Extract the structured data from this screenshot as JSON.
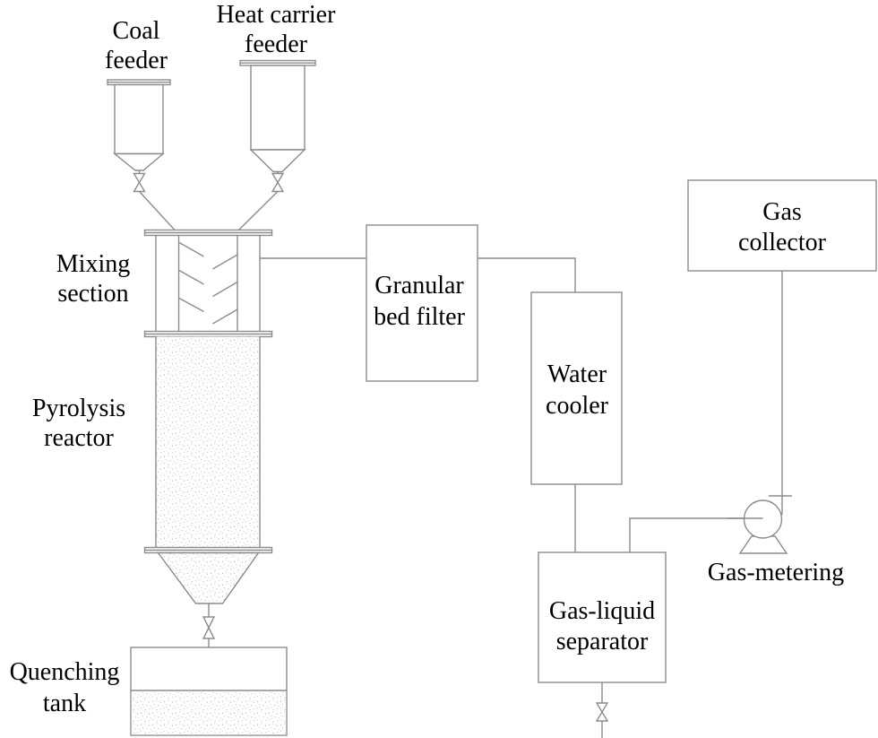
{
  "diagram": {
    "type": "process-flow-diagram",
    "subject": "coal pyrolysis experimental apparatus",
    "colors": {
      "background": "#ffffff",
      "line": "#8c8c8c",
      "text": "#000000",
      "stipple_fill": "#a0a0a0"
    },
    "labels": {
      "coal_feeder": [
        "Coal",
        "feeder"
      ],
      "heat_carrier_feeder": [
        "Heat carrier",
        "feeder"
      ],
      "mixing_section": [
        "Mixing",
        "section"
      ],
      "pyrolysis_reactor": [
        "Pyrolysis",
        "reactor"
      ],
      "quenching_tank": [
        "Quenching",
        "tank"
      ],
      "granular_bed_filter": [
        "Granular",
        "bed filter"
      ],
      "water_cooler": [
        "Water",
        "cooler"
      ],
      "gas_liquid_separator": [
        "Gas-liquid",
        "separator"
      ],
      "gas_collector": [
        "Gas",
        "collector"
      ],
      "gas_metering": "Gas-metering"
    },
    "components": [
      {
        "id": "coal-feeder",
        "label": "Coal feeder",
        "shape": "hopper-with-valve"
      },
      {
        "id": "heat-carrier-feeder",
        "label": "Heat carrier feeder",
        "shape": "hopper-with-valve"
      },
      {
        "id": "mixing-section",
        "label": "Mixing section",
        "shape": "flanged-column-with-internals"
      },
      {
        "id": "pyrolysis-reactor",
        "label": "Pyrolysis reactor",
        "shape": "packed-column-with-cone"
      },
      {
        "id": "quenching-tank",
        "label": "Quenching tank",
        "shape": "tank-with-liquid"
      },
      {
        "id": "granular-bed-filter",
        "label": "Granular bed filter",
        "shape": "box"
      },
      {
        "id": "water-cooler",
        "label": "Water cooler",
        "shape": "box"
      },
      {
        "id": "gas-liquid-separator",
        "label": "Gas-liquid separator",
        "shape": "box"
      },
      {
        "id": "gas-collector",
        "label": "Gas collector",
        "shape": "box"
      },
      {
        "id": "gas-metering",
        "label": "Gas-metering",
        "shape": "pump-circle-on-stand"
      }
    ],
    "connections": [
      {
        "from": "coal-feeder",
        "to": "mixing-section",
        "via": "valve"
      },
      {
        "from": "heat-carrier-feeder",
        "to": "mixing-section",
        "via": "valve"
      },
      {
        "from": "mixing-section",
        "to": "granular-bed-filter"
      },
      {
        "from": "mixing-section",
        "to": "pyrolysis-reactor"
      },
      {
        "from": "pyrolysis-reactor",
        "to": "quenching-tank",
        "via": "valve"
      },
      {
        "from": "granular-bed-filter",
        "to": "water-cooler"
      },
      {
        "from": "water-cooler",
        "to": "gas-liquid-separator"
      },
      {
        "from": "gas-liquid-separator",
        "to": "gas-metering"
      },
      {
        "from": "gas-metering",
        "to": "gas-collector"
      },
      {
        "from": "gas-liquid-separator",
        "to": "bottom-drain",
        "via": "valve"
      }
    ]
  }
}
